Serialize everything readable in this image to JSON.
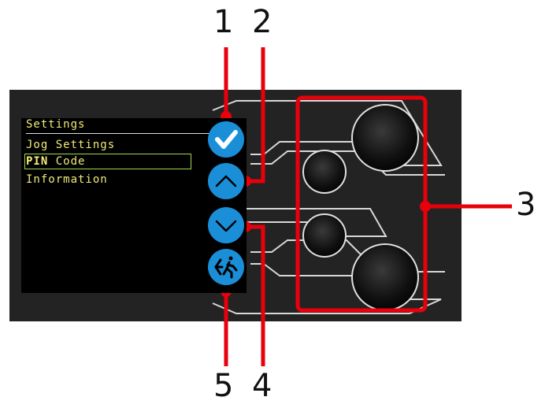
{
  "callouts": {
    "n1": "1",
    "n2": "2",
    "n3": "3",
    "n4": "4",
    "n5": "5"
  },
  "menu": {
    "title": "Settings",
    "items": [
      {
        "label": "Jog Settings",
        "selected": false
      },
      {
        "pre": "PIN",
        "post": " Code",
        "selected": true
      },
      {
        "label": "Information",
        "selected": false
      }
    ]
  },
  "buttons": {
    "confirm": "check-icon",
    "up": "chevron-up-icon",
    "down": "chevron-down-icon",
    "exit": "exit-icon"
  },
  "colors": {
    "callout": "#e8000b",
    "menu_text": "#f0ec7a",
    "selection": "#9fd84a",
    "button": "#1a8fd8",
    "panel": "#232323"
  }
}
